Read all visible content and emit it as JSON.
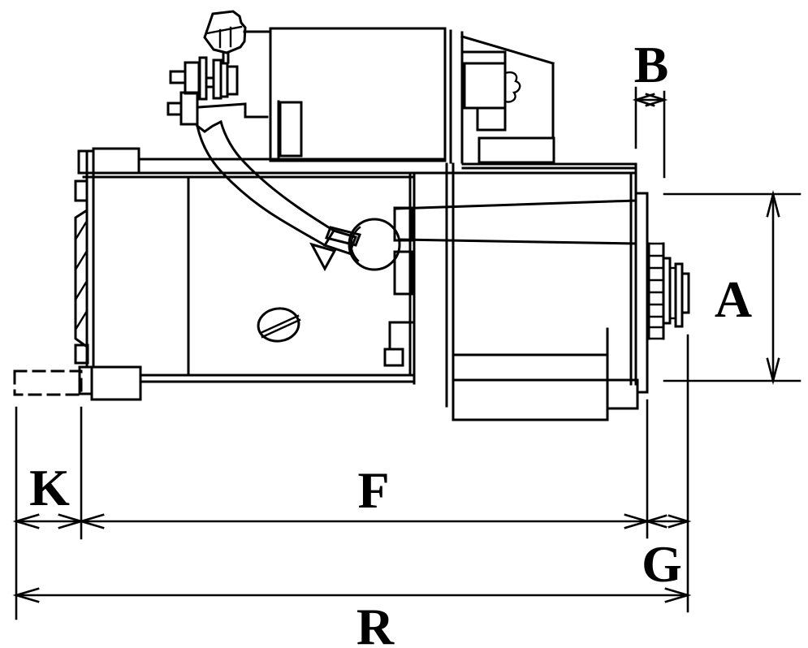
{
  "figure": {
    "background_color": "#ffffff",
    "line_color": "#000000",
    "kind": "starter-motor dimensional line drawing"
  },
  "dimension_labels": {
    "a": "A",
    "b": "B",
    "f": "F",
    "g": "G",
    "k": "K",
    "r": "R"
  }
}
